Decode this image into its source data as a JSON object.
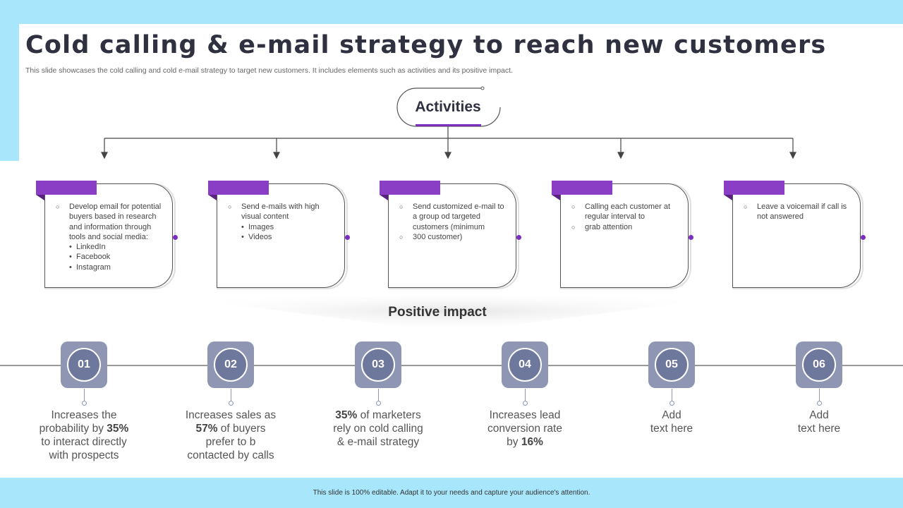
{
  "title": "Cold calling & e-mail strategy to reach new customers",
  "subtitle": "This slide showcases the cold calling and cold e-mail strategy to target new customers. It includes elements such as activities and its positive impact.",
  "activities_label": "Activities",
  "positive_impact_label": "Positive impact",
  "footer": "This slide is 100% editable.  Adapt it to your needs and capture your audience's attention.",
  "cards": [
    {
      "items": [
        {
          "text": "Develop email for potential buyers based in research and information through tools and social media:",
          "subs": [
            "LinkedIn",
            "Facebook",
            "Instagram"
          ]
        }
      ]
    },
    {
      "items": [
        {
          "text": "Send e-mails with high visual content",
          "subs": [
            "Images",
            "Videos"
          ]
        }
      ]
    },
    {
      "items": [
        {
          "text": "Send customized e-mail to a group od targeted customers (minimum",
          "subs": []
        },
        {
          "text": "300 customer)",
          "subs": []
        }
      ]
    },
    {
      "items": [
        {
          "text": "Calling each customer at regular interval to",
          "subs": []
        },
        {
          "text": " grab attention",
          "subs": []
        }
      ]
    },
    {
      "items": [
        {
          "text": "Leave a voicemail if call  is not answered",
          "subs": []
        }
      ]
    }
  ],
  "steps": [
    {
      "num": "01",
      "lines": [
        [
          "Increases the"
        ],
        [
          "probability by ",
          "35%"
        ],
        [
          "to interact directly"
        ],
        [
          "with prospects"
        ]
      ]
    },
    {
      "num": "02",
      "lines": [
        [
          "Increases sales as"
        ],
        [
          "",
          "57%",
          " of buyers"
        ],
        [
          "prefer to b"
        ],
        [
          "contacted by calls"
        ]
      ]
    },
    {
      "num": "03",
      "lines": [
        [
          "",
          "35%",
          " of marketers"
        ],
        [
          "rely on cold calling"
        ],
        [
          "& e-mail strategy"
        ]
      ]
    },
    {
      "num": "04",
      "lines": [
        [
          "Increases lead"
        ],
        [
          "conversion rate"
        ],
        [
          "by ",
          "16%"
        ]
      ]
    },
    {
      "num": "05",
      "lines": [
        [
          "Add"
        ],
        [
          "text here"
        ]
      ]
    },
    {
      "num": "06",
      "lines": [
        [
          "Add"
        ],
        [
          "text here"
        ]
      ]
    }
  ],
  "colors": {
    "accent": "#8a3ec6",
    "step": "#8e96b4",
    "band": "#a8e6fb"
  }
}
